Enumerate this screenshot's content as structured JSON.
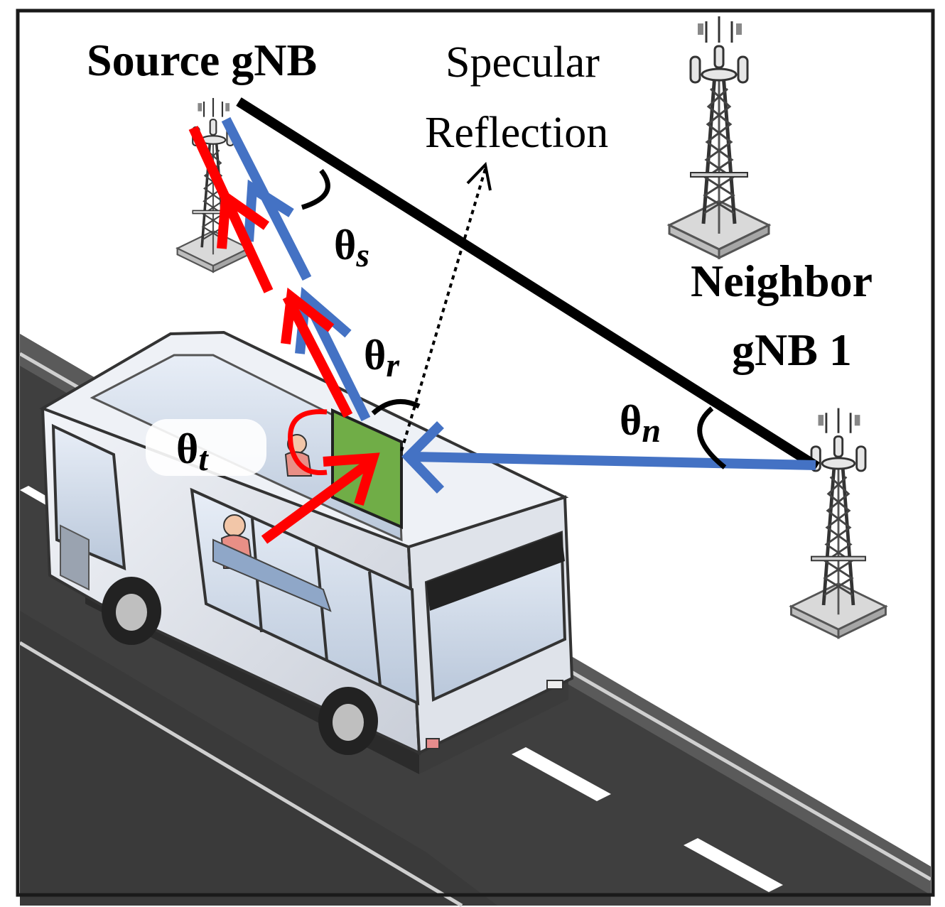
{
  "labels": {
    "source_gnb": "Source gNB",
    "specular_line1": "Specular",
    "specular_line2": "Reflection",
    "neighbor_line1": "Neighbor",
    "neighbor_line2": "gNB 1",
    "theta_s_base": "θ",
    "theta_s_sub": "s",
    "theta_r_base": "θ",
    "theta_r_sub": "r",
    "theta_n_base": "θ",
    "theta_n_sub": "n",
    "theta_t_base": "θ",
    "theta_t_sub": "t"
  },
  "colors": {
    "incident_beam": "#4472c4",
    "transmitted_beam": "#ff0000",
    "ris_panel": "#70ad47",
    "road": "#3f3f3f",
    "frame": "#1a1a1a"
  },
  "icons": [
    "cell-tower-icon",
    "bus-icon",
    "passenger-icon"
  ]
}
